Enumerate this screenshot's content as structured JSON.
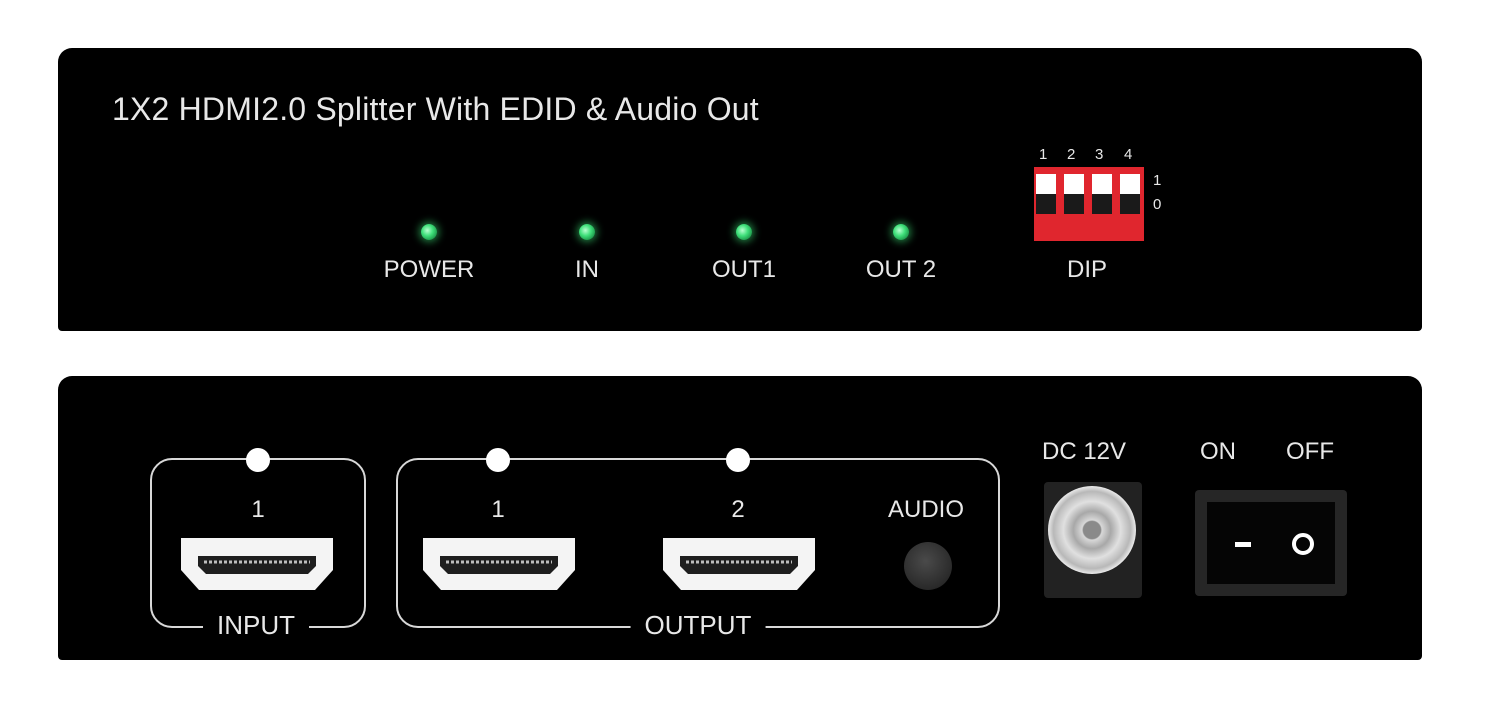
{
  "front_panel": {
    "title": "1X2 HDMI2.0 Splitter With EDID & Audio Out",
    "leds": [
      {
        "label": "POWER"
      },
      {
        "label": "IN"
      },
      {
        "label": "OUT1"
      },
      {
        "label": "OUT 2"
      }
    ],
    "dip": {
      "label": "DIP",
      "switch_numbers": [
        "1",
        "2",
        "3",
        "4"
      ],
      "position_labels": {
        "up": "1",
        "down": "0"
      }
    }
  },
  "rear_panel": {
    "input_group": {
      "label": "INPUT",
      "port_number": "1"
    },
    "output_group": {
      "label": "OUTPUT",
      "ports": [
        {
          "number": "1"
        },
        {
          "number": "2"
        }
      ],
      "audio_label": "AUDIO"
    },
    "dc_label": "DC 12V",
    "switch": {
      "on_label": "ON",
      "off_label": "OFF"
    }
  },
  "colors": {
    "panel": "#000000",
    "led_green": "#3fe07a",
    "dip_red": "#e0262e"
  }
}
